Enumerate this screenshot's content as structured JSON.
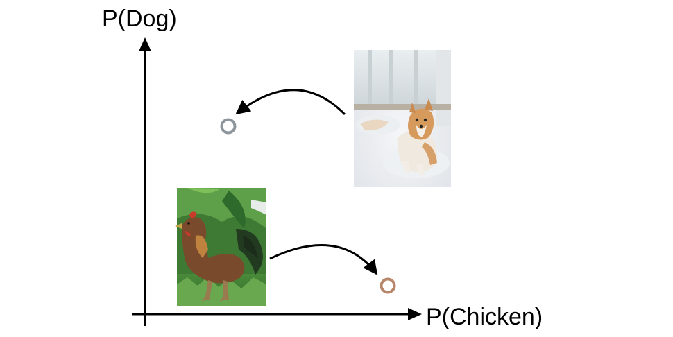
{
  "axes": {
    "x_label": "P(Chicken)",
    "y_label": "P(Dog)"
  },
  "points": [
    {
      "name": "dog-embedding",
      "color": "#8c969c"
    },
    {
      "name": "chicken-embedding",
      "color": "#b8876a"
    }
  ],
  "images": [
    {
      "name": "dog-photo",
      "subject": "shiba inu dog lying on a fluffy white rug by a window"
    },
    {
      "name": "chicken-photo",
      "subject": "rooster standing on grass in front of large green leaves"
    }
  ],
  "colors": {
    "axis": "#000000",
    "arrow": "#000000",
    "background": "#ffffff"
  }
}
